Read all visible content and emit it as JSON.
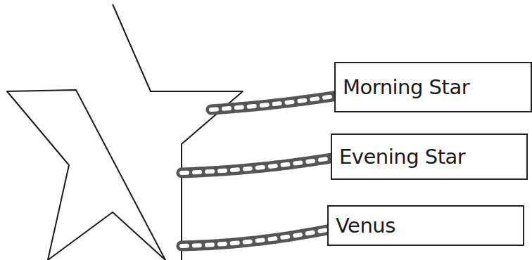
{
  "diagram": {
    "nodes": [
      {
        "text": [
          "Morning Star"
        ]
      },
      {
        "text": [
          "Evening Star"
        ]
      },
      {
        "text": [
          "Venus"
        ]
      }
    ]
  }
}
